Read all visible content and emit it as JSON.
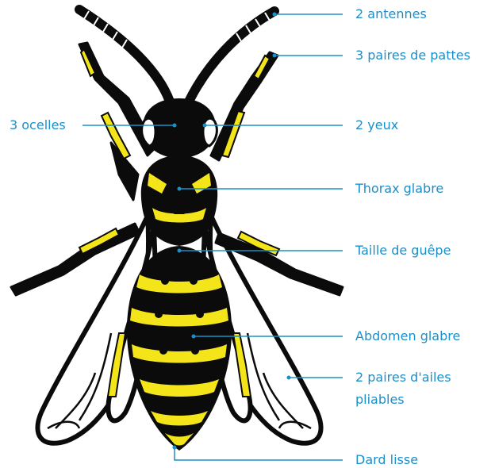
{
  "colors": {
    "label": "#1a8fc9",
    "leader": "#1a8fc9",
    "body": "#0b0b0b",
    "stripe": "#f3e51a",
    "wing_fill": "#ffffff"
  },
  "labels": {
    "antennes": "2 antennes",
    "pattes": "3 paires de pattes",
    "ocelles": "3 ocelles",
    "yeux": "2 yeux",
    "thorax": "Thorax glabre",
    "taille": "Taille de guêpe",
    "abdomen": "Abdomen glabre",
    "ailes_line1": "2 paires d'ailes",
    "ailes_line2": "pliables",
    "dard": "Dard lisse"
  }
}
